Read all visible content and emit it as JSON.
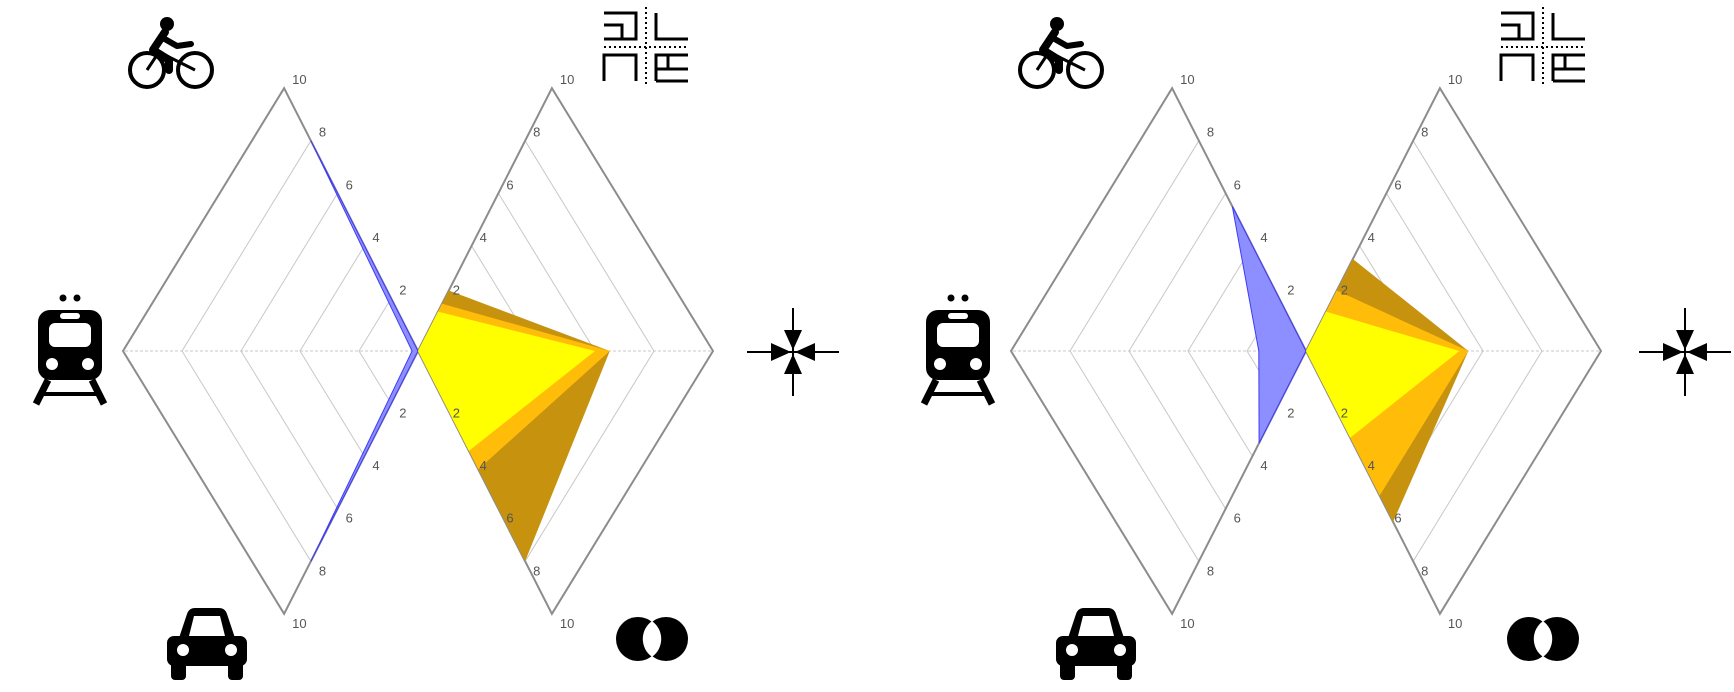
{
  "colors": {
    "frame": "#8c8c8c",
    "gridline": "#c8c8c8",
    "mobility_fill": "#8b8cff",
    "mobility_edge": "#3f3cf5",
    "accessibility_colors": [
      "#c7920e",
      "#ffbc08",
      "#ffff00"
    ]
  },
  "icons": [
    "bicycle-icon",
    "tram-icon",
    "car-icon",
    "intersection-icon",
    "compact-arrows-icon",
    "overlap-circles-icon"
  ],
  "chart_data": [
    {
      "type": "radar",
      "grid": true,
      "axes": [
        "bicycle",
        "train",
        "car",
        "intersection",
        "compactness",
        "overlap"
      ],
      "scale": {
        "min": 0,
        "max": 10,
        "ticks": [
          2,
          4,
          6,
          8,
          10
        ]
      },
      "mobility": {
        "bicycle": 8,
        "train": 0.2,
        "car": 8
      },
      "accessibility_layers": [
        {
          "intersection": 2.3,
          "compactness": 6.5,
          "overlap": 8
        },
        {
          "intersection": 1.8,
          "compactness": 6.5,
          "overlap": 4.5
        },
        {
          "intersection": 1.5,
          "compactness": 6.0,
          "overlap": 3.8
        }
      ]
    },
    {
      "type": "radar",
      "grid": true,
      "axes": [
        "bicycle",
        "train",
        "car",
        "intersection",
        "compactness",
        "overlap"
      ],
      "scale": {
        "min": 0,
        "max": 10,
        "ticks": [
          2,
          4,
          6,
          8,
          10
        ]
      },
      "mobility": {
        "bicycle": 5.5,
        "train": 1.6,
        "car": 3.5
      },
      "accessibility_layers": [
        {
          "intersection": 3.5,
          "compactness": 5.5,
          "overlap": 6.5
        },
        {
          "intersection": 2.3,
          "compactness": 5.5,
          "overlap": 5.5
        },
        {
          "intersection": 1.5,
          "compactness": 5.2,
          "overlap": 3.3
        }
      ]
    }
  ]
}
